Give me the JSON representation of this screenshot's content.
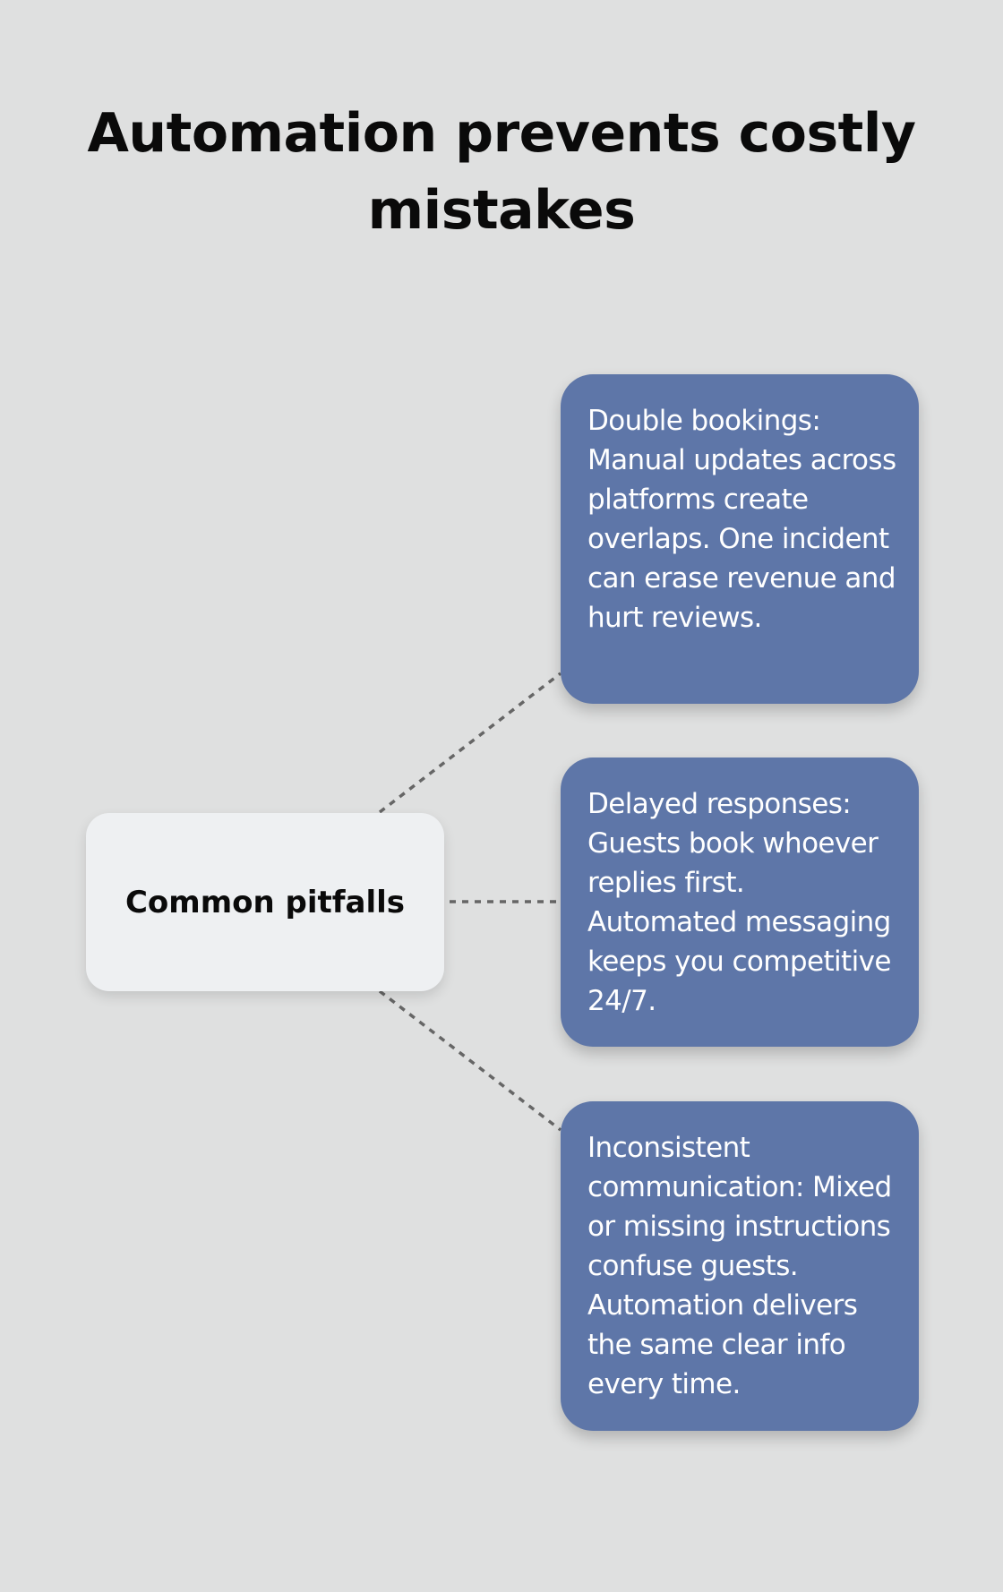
{
  "title": "Automation prevents costly mistakes",
  "center": {
    "label": "Common pitfalls"
  },
  "branches": [
    {
      "text": "Double bookings: Manual updates across platforms create overlaps. One incident can erase revenue and hurt reviews."
    },
    {
      "text": "Delayed responses: Guests book whoever replies first. Automated messaging keeps you competitive 24/7."
    },
    {
      "text": "Inconsistent communication: Mixed or missing instructions confuse guests. Automation delivers the same clear info every time."
    }
  ],
  "colors": {
    "background": "#dfe0e0",
    "center_node": "#eef0f2",
    "branch_card": "#5e76a8",
    "connector": "#666666"
  }
}
